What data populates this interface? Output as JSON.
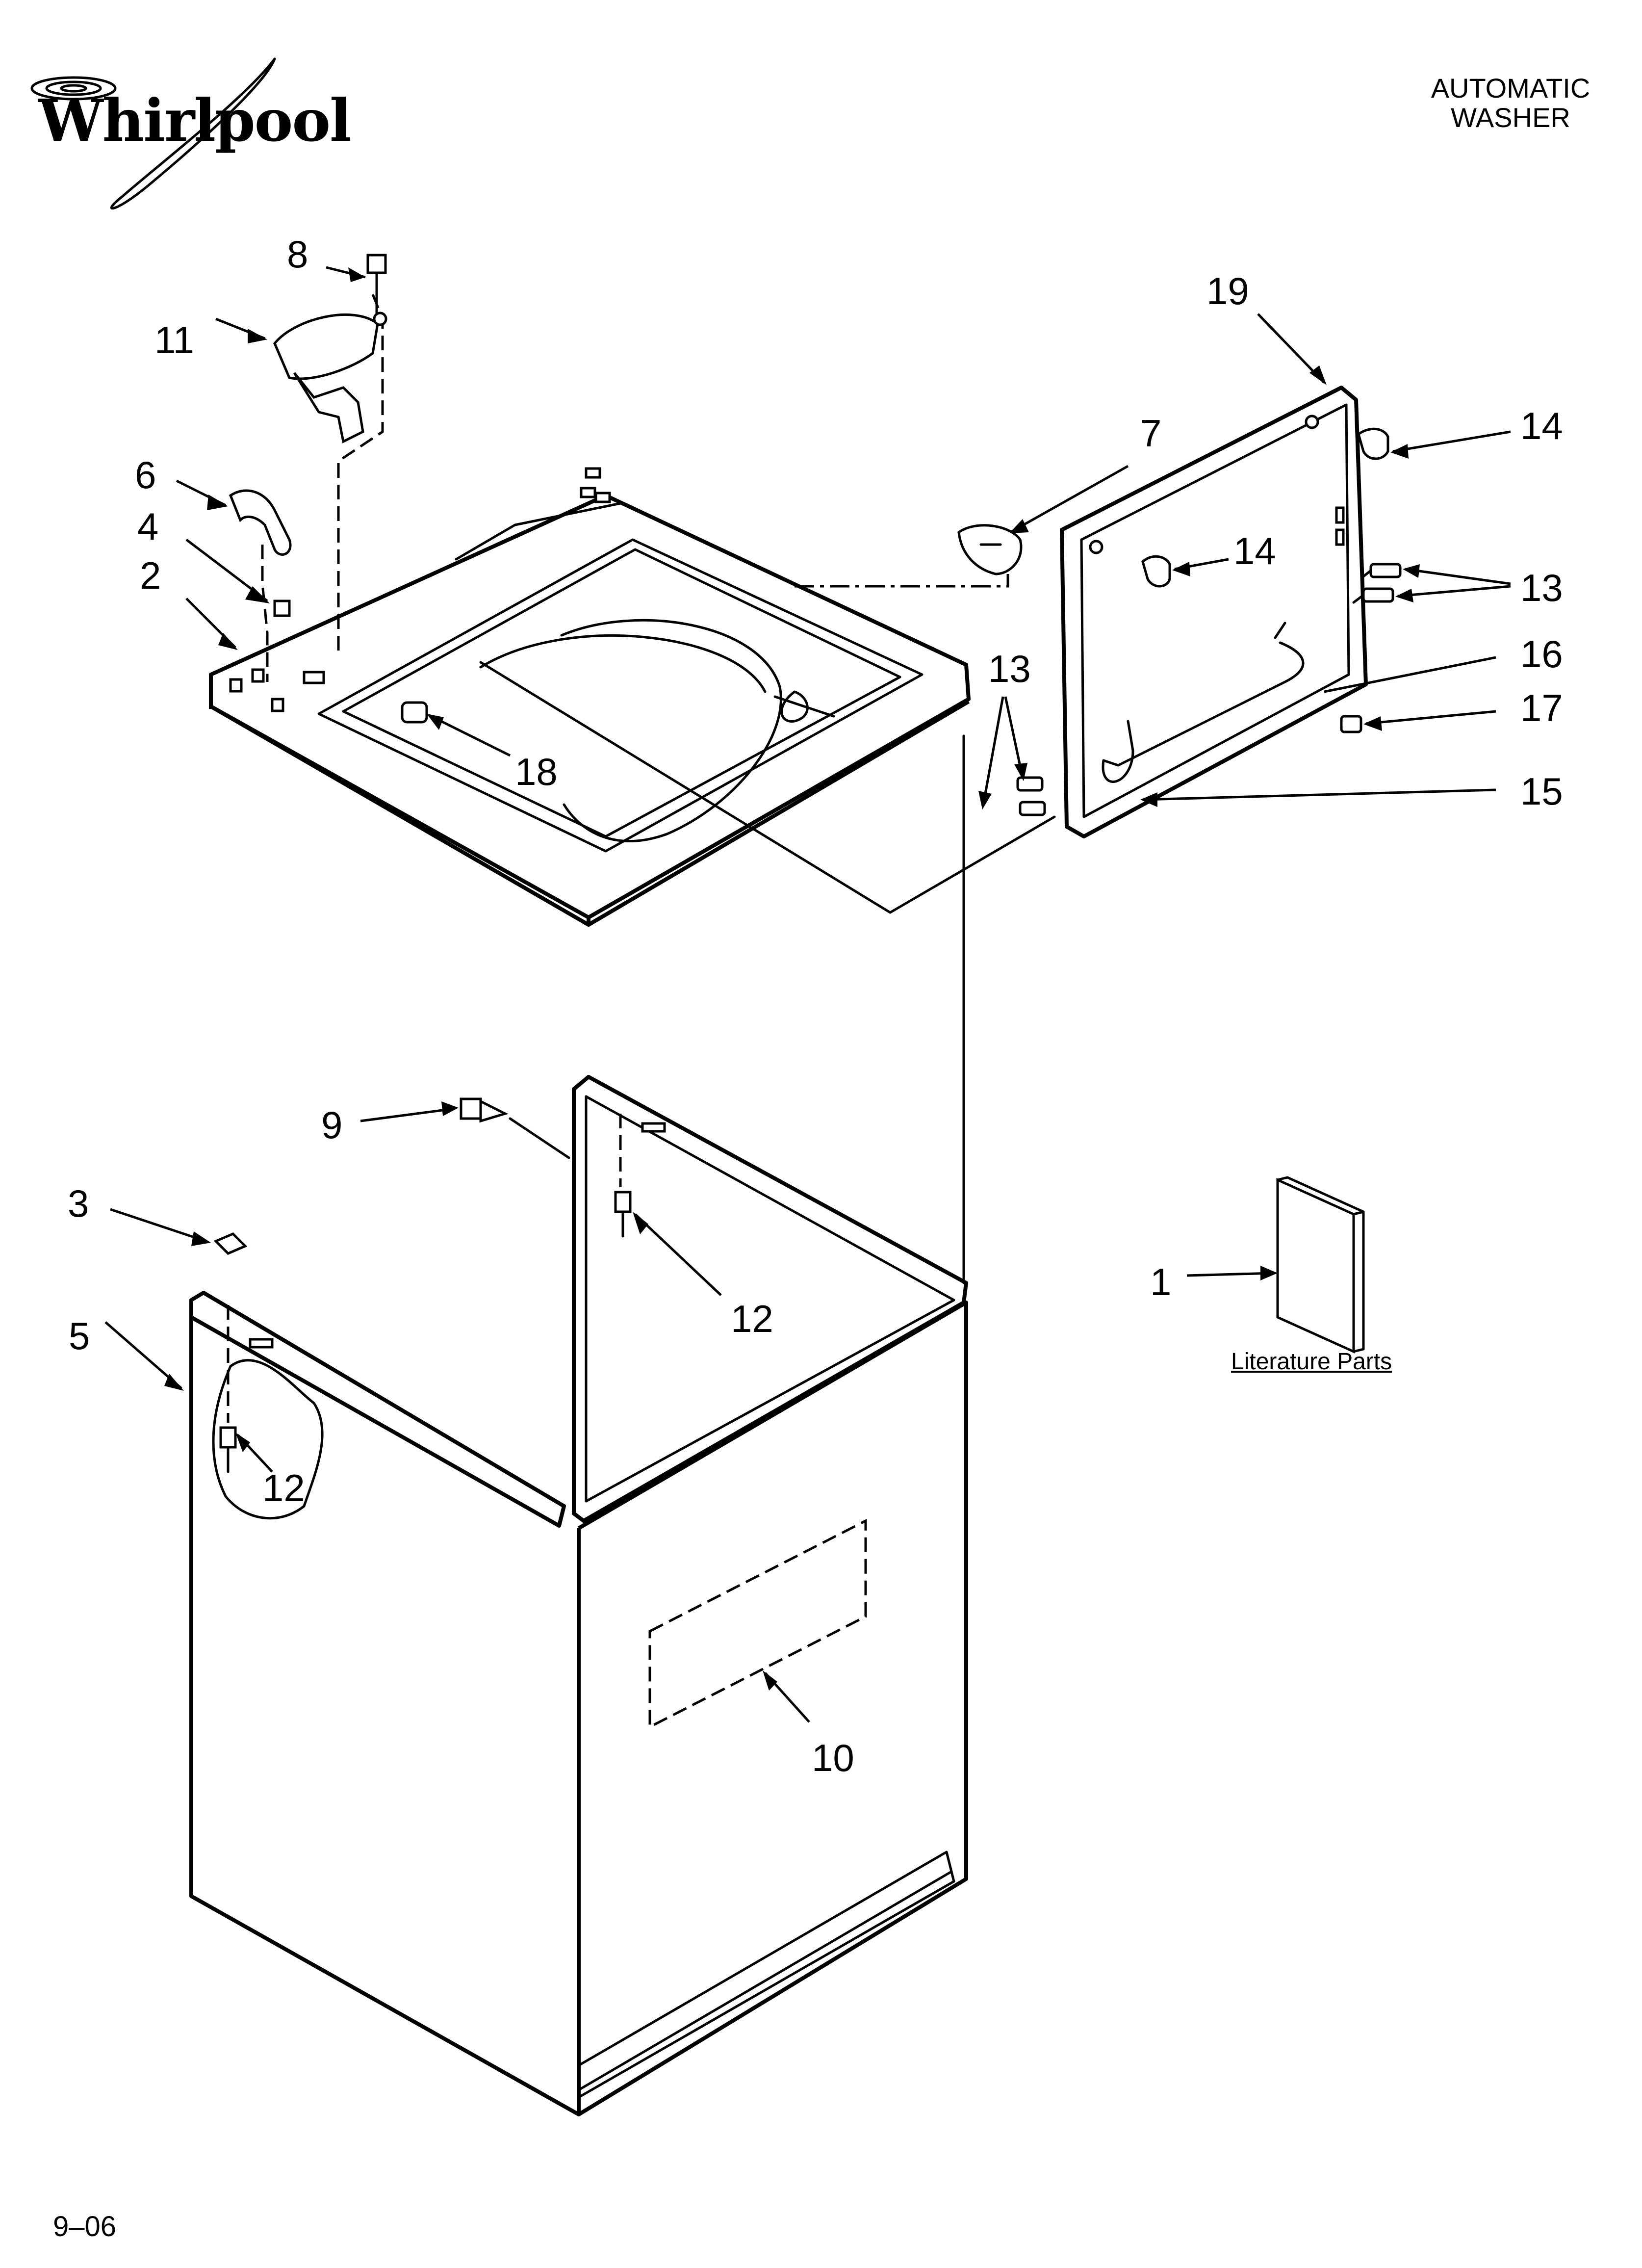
{
  "brand": {
    "logo": "Whirlpool"
  },
  "header": {
    "line1": "AUTOMATIC",
    "line2": "WASHER"
  },
  "footer": {
    "code": "9–06"
  },
  "literature": {
    "label": "Literature Parts"
  },
  "callouts": {
    "c1": "1",
    "c2": "2",
    "c3": "3",
    "c4": "4",
    "c5": "5",
    "c6": "6",
    "c7": "7",
    "c8": "8",
    "c9": "9",
    "c10": "10",
    "c11": "11",
    "c12a": "12",
    "c12b": "12",
    "c13a": "13",
    "c13b": "13",
    "c14a": "14",
    "c14b": "14",
    "c15": "15",
    "c16": "16",
    "c17": "17",
    "c18": "18",
    "c19": "19"
  }
}
